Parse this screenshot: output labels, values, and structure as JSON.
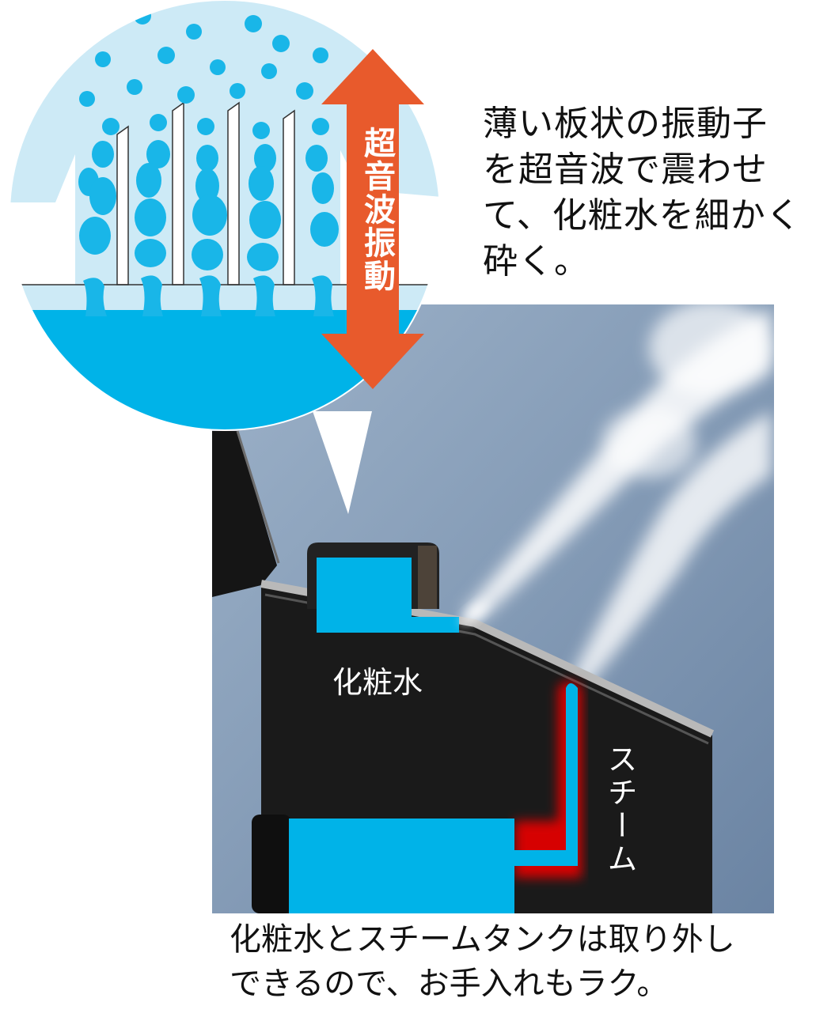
{
  "description": "薄い板状の振動子\nを超音波で震わせ\nて、化粧水を細かく\n砕く。",
  "vibration_label": "超音波振動",
  "lotion_label": "化粧水",
  "steam_label": "スチーム",
  "caption": "化粧水とスチームタンクは取り外し\nできるので、お手入れもラク。",
  "colors": {
    "water": "#00b3e8",
    "circle_bg": "#cdeaf6",
    "arrow": "#e85a2c",
    "heat_glow": "#e00000",
    "sky": "#7b95b3",
    "device": "#1a1a1a"
  }
}
